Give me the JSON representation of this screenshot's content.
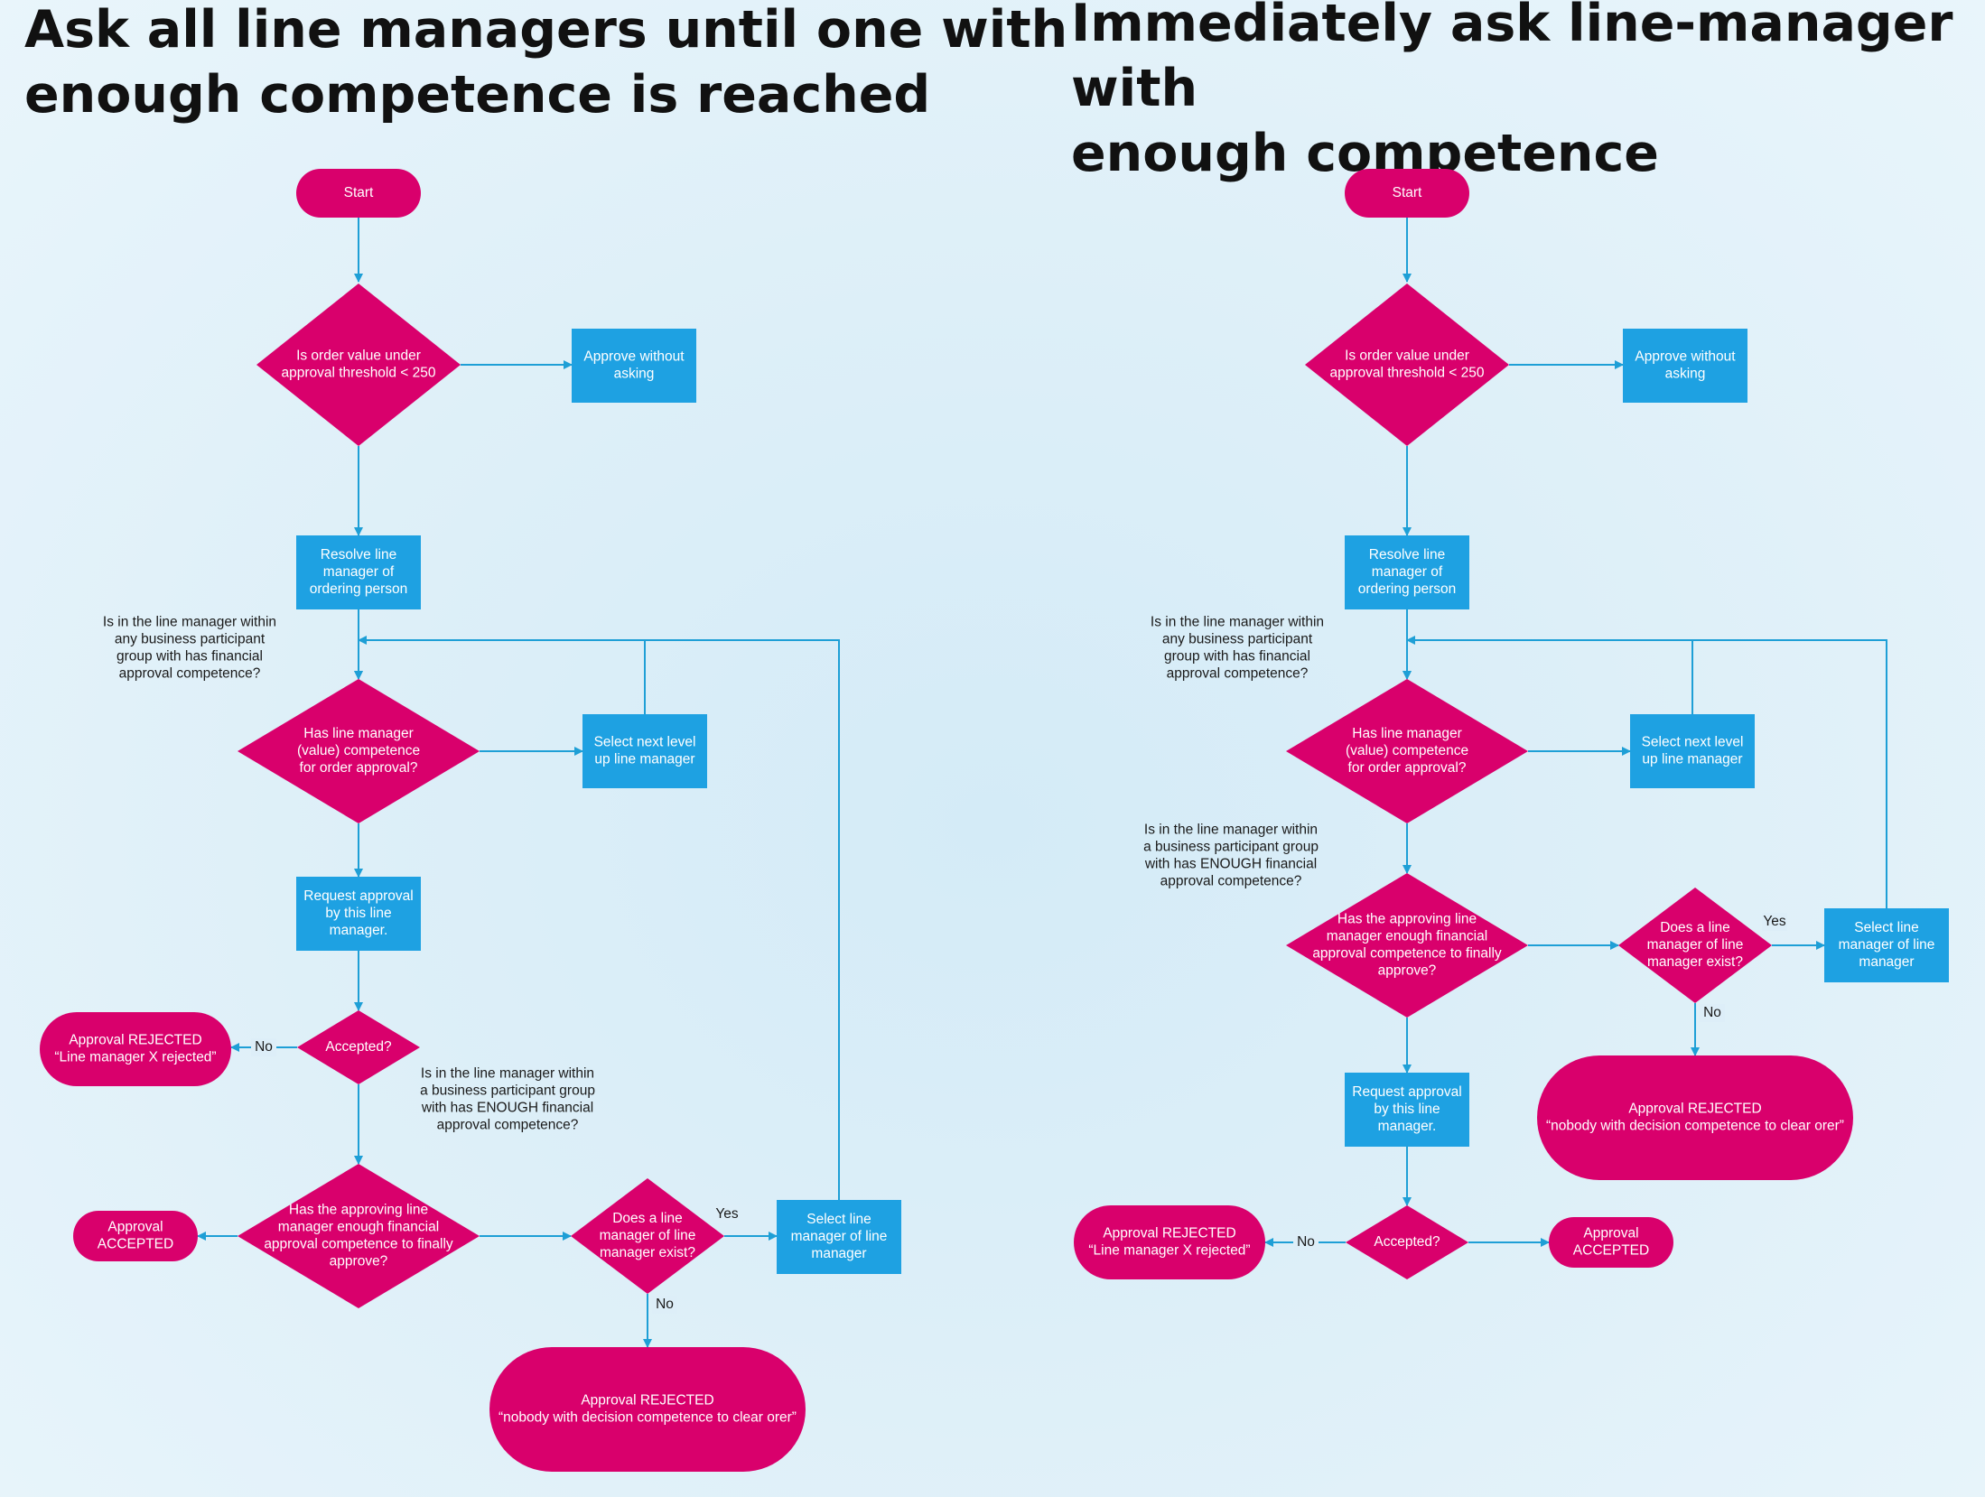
{
  "titles": {
    "left": "Ask all line managers until one with\nenough competence is reached",
    "right": "Immediately ask line-manager with\nenough competence"
  },
  "colors": {
    "process": "#1ea1e2",
    "decision": "#d9006c",
    "terminal": "#d9006c",
    "connector": "#1e9fd6",
    "node_text": "#ffffff",
    "note_text": "#1a1a1a"
  },
  "flowcharts": [
    {
      "name": "left",
      "nodes": [
        {
          "id": "L_start",
          "type": "terminal",
          "lines": [
            "Start"
          ]
        },
        {
          "id": "L_threshold",
          "type": "decision",
          "lines": [
            "Is order value under",
            "approval threshold < 250"
          ]
        },
        {
          "id": "L_approve",
          "type": "process",
          "lines": [
            "Approve without",
            "asking"
          ]
        },
        {
          "id": "L_resolve",
          "type": "process",
          "lines": [
            "Resolve line",
            "manager of",
            "ordering person"
          ]
        },
        {
          "id": "L_hascomp",
          "type": "decision",
          "lines": [
            "Has line manager",
            "(value) competence",
            "for order approval?"
          ]
        },
        {
          "id": "L_nextlevel",
          "type": "process",
          "lines": [
            "Select next level",
            "up line manager"
          ]
        },
        {
          "id": "L_request",
          "type": "process",
          "lines": [
            "Request approval",
            "by this line",
            "manager."
          ]
        },
        {
          "id": "L_accepted",
          "type": "decision",
          "lines": [
            "Accepted?"
          ]
        },
        {
          "id": "L_rejected1",
          "type": "terminal",
          "lines": [
            "Approval REJECTED",
            "“Line manager X rejected”"
          ]
        },
        {
          "id": "L_enough",
          "type": "decision",
          "lines": [
            "Has the approving line",
            "manager enough financial",
            "approval competence to finally",
            "approve?"
          ]
        },
        {
          "id": "L_acceptedfinal",
          "type": "terminal",
          "lines": [
            "Approval",
            "ACCEPTED"
          ]
        },
        {
          "id": "L_exist",
          "type": "decision",
          "lines": [
            "Does a line",
            "manager of line",
            "manager exist?"
          ]
        },
        {
          "id": "L_selectlm",
          "type": "process",
          "lines": [
            "Select line",
            "manager of line",
            "manager"
          ]
        },
        {
          "id": "L_rejected2",
          "type": "terminal",
          "lines": [
            "Approval REJECTED",
            "“nobody with decision competence to clear orer”"
          ]
        }
      ],
      "notes": [
        {
          "id": "L_note1",
          "lines": [
            "Is in the line manager within",
            "any business participant",
            "group with has financial",
            "approval competence?"
          ]
        },
        {
          "id": "L_note2",
          "lines": [
            "Is in the line manager within",
            "a business participant group",
            "with has ENOUGH financial",
            "approval competence?"
          ]
        }
      ],
      "edge_labels": [
        {
          "id": "L_no1",
          "text": "No"
        },
        {
          "id": "L_yes",
          "text": "Yes"
        },
        {
          "id": "L_no2",
          "text": "No"
        }
      ]
    },
    {
      "name": "right",
      "nodes": [
        {
          "id": "R_start",
          "type": "terminal",
          "lines": [
            "Start"
          ]
        },
        {
          "id": "R_threshold",
          "type": "decision",
          "lines": [
            "Is order value under",
            "approval threshold < 250"
          ]
        },
        {
          "id": "R_approve",
          "type": "process",
          "lines": [
            "Approve without",
            "asking"
          ]
        },
        {
          "id": "R_resolve",
          "type": "process",
          "lines": [
            "Resolve line",
            "manager of",
            "ordering person"
          ]
        },
        {
          "id": "R_hascomp",
          "type": "decision",
          "lines": [
            "Has line manager",
            "(value) competence",
            "for order approval?"
          ]
        },
        {
          "id": "R_nextlevel",
          "type": "process",
          "lines": [
            "Select next level",
            "up line manager"
          ]
        },
        {
          "id": "R_enough",
          "type": "decision",
          "lines": [
            "Has the approving line",
            "manager enough financial",
            "approval competence to finally",
            "approve?"
          ]
        },
        {
          "id": "R_exist",
          "type": "decision",
          "lines": [
            "Does a line",
            "manager of line",
            "manager exist?"
          ]
        },
        {
          "id": "R_selectlm",
          "type": "process",
          "lines": [
            "Select line",
            "manager of line",
            "manager"
          ]
        },
        {
          "id": "R_rejected2",
          "type": "terminal",
          "lines": [
            "Approval REJECTED",
            "“nobody with decision competence to clear orer”"
          ]
        },
        {
          "id": "R_request",
          "type": "process",
          "lines": [
            "Request approval",
            "by this line",
            "manager."
          ]
        },
        {
          "id": "R_accepted",
          "type": "decision",
          "lines": [
            "Accepted?"
          ]
        },
        {
          "id": "R_rejected1",
          "type": "terminal",
          "lines": [
            "Approval REJECTED",
            "“Line manager X rejected”"
          ]
        },
        {
          "id": "R_acceptedfinal",
          "type": "terminal",
          "lines": [
            "Approval",
            "ACCEPTED"
          ]
        }
      ],
      "notes": [
        {
          "id": "R_note1",
          "lines": [
            "Is in the line manager within",
            "any business participant",
            "group with has financial",
            "approval competence?"
          ]
        },
        {
          "id": "R_note2",
          "lines": [
            "Is in the line manager within",
            "a business participant group",
            "with has ENOUGH financial",
            "approval competence?"
          ]
        }
      ],
      "edge_labels": [
        {
          "id": "R_yes",
          "text": "Yes"
        },
        {
          "id": "R_no2",
          "text": "No"
        },
        {
          "id": "R_no1",
          "text": "No"
        }
      ]
    }
  ]
}
